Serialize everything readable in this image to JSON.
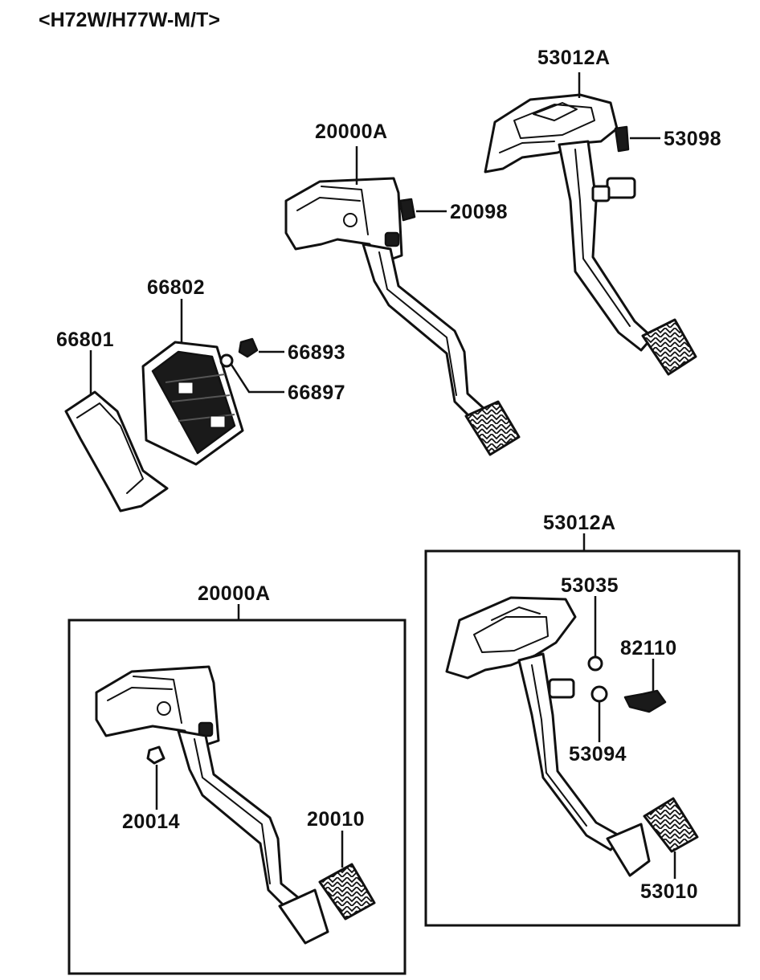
{
  "title": "<H72W/H77W-M/T>",
  "parts": {
    "p53012A_top": "53012A",
    "p53098": "53098",
    "p20000A_top": "20000A",
    "p20098": "20098",
    "p66802": "66802",
    "p66801": "66801",
    "p66893": "66893",
    "p66897": "66897",
    "p53012A_box": "53012A",
    "p53035": "53035",
    "p82110": "82110",
    "p53094": "53094",
    "p53010": "53010",
    "p20000A_box": "20000A",
    "p20014": "20014",
    "p20010": "20010"
  }
}
